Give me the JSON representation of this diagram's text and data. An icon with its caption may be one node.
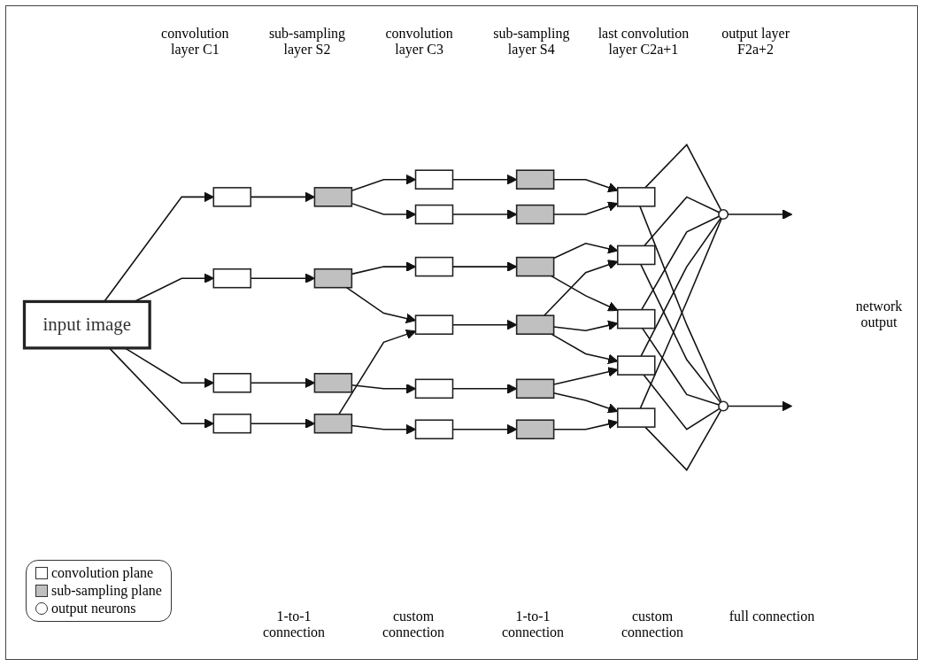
{
  "diagram": {
    "nodes": [
      {
        "text": [
          "input image"
        ]
      },
      {
        "text": [],
        "shape": "box"
      },
      {
        "text": [],
        "shape": "box"
      },
      {
        "text": [],
        "shape": "box"
      },
      {
        "text": [],
        "shape": "box"
      },
      {
        "text": [],
        "shape": "box"
      },
      {
        "text": [],
        "shape": "box"
      },
      {
        "text": [],
        "shape": "box"
      },
      {
        "text": [],
        "shape": "box"
      },
      {
        "text": [],
        "shape": "box"
      },
      {
        "text": [],
        "shape": "box"
      },
      {
        "text": [],
        "shape": "box"
      },
      {
        "text": [],
        "shape": "box"
      },
      {
        "text": [],
        "shape": "box"
      },
      {
        "text": [],
        "shape": "box"
      },
      {
        "text": [],
        "shape": "box"
      },
      {
        "text": [],
        "shape": "box"
      },
      {
        "text": [],
        "shape": "box"
      },
      {
        "text": [],
        "shape": "box"
      },
      {
        "text": [],
        "shape": "box"
      },
      {
        "text": [],
        "shape": "box"
      },
      {
        "text": [],
        "shape": "box"
      },
      {
        "text": [],
        "shape": "box"
      },
      {
        "text": [],
        "shape": "box"
      },
      {
        "text": [],
        "shape": "box"
      },
      {
        "text": [],
        "shape": "box"
      },
      {
        "text": [],
        "shape": "circle"
      },
      {
        "text": [],
        "shape": "circle"
      }
    ],
    "edges": [
      {
        "from": 0,
        "to": 1,
        "arrow": "to"
      },
      {
        "from": 0,
        "to": 2,
        "arrow": "to"
      },
      {
        "from": 0,
        "to": 3,
        "arrow": "to"
      },
      {
        "from": 0,
        "to": 4,
        "arrow": "to"
      },
      {
        "from": 1,
        "to": 5,
        "arrow": "to"
      },
      {
        "from": 2,
        "to": 6,
        "arrow": "to"
      },
      {
        "from": 3,
        "to": 7,
        "arrow": "to"
      },
      {
        "from": 4,
        "to": 8,
        "arrow": "to"
      },
      {
        "from": 5,
        "to": 9,
        "arrow": "to"
      },
      {
        "from": 5,
        "to": 10,
        "arrow": "to"
      },
      {
        "from": 6,
        "to": 11,
        "arrow": "to"
      },
      {
        "from": 6,
        "to": 12,
        "arrow": "to"
      },
      {
        "from": 7,
        "to": 13,
        "arrow": "to"
      },
      {
        "from": 8,
        "to": 12,
        "arrow": "to"
      },
      {
        "from": 8,
        "to": 14,
        "arrow": "to"
      },
      {
        "from": 9,
        "to": 15,
        "arrow": "to"
      },
      {
        "from": 10,
        "to": 16,
        "arrow": "to"
      },
      {
        "from": 11,
        "to": 17,
        "arrow": "to"
      },
      {
        "from": 12,
        "to": 18,
        "arrow": "to"
      },
      {
        "from": 13,
        "to": 19,
        "arrow": "to"
      },
      {
        "from": 14,
        "to": 20,
        "arrow": "to"
      },
      {
        "from": 15,
        "to": 21,
        "arrow": "to"
      },
      {
        "from": 16,
        "to": 21,
        "arrow": "to"
      },
      {
        "from": 17,
        "to": 22,
        "arrow": "to"
      },
      {
        "from": 17,
        "to": 23,
        "arrow": "to"
      },
      {
        "from": 18,
        "to": 22,
        "arrow": "to"
      },
      {
        "from": 18,
        "to": 23,
        "arrow": "to"
      },
      {
        "from": 18,
        "to": 24,
        "arrow": "to"
      },
      {
        "from": 19,
        "to": 24,
        "arrow": "to"
      },
      {
        "from": 19,
        "to": 25,
        "arrow": "to"
      },
      {
        "from": 20,
        "to": 25,
        "arrow": "to"
      },
      {
        "from": 21,
        "to": 26,
        "arrow": "none"
      },
      {
        "from": 21,
        "to": 27,
        "arrow": "none"
      },
      {
        "from": 22,
        "to": 26,
        "arrow": "none"
      },
      {
        "from": 22,
        "to": 27,
        "arrow": "none"
      },
      {
        "from": 23,
        "to": 26,
        "arrow": "none"
      },
      {
        "from": 23,
        "to": 27,
        "arrow": "none"
      },
      {
        "from": 24,
        "to": 26,
        "arrow": "none"
      },
      {
        "from": 24,
        "to": 27,
        "arrow": "none"
      },
      {
        "from": 25,
        "to": 26,
        "arrow": "none"
      },
      {
        "from": 25,
        "to": 27,
        "arrow": "none"
      },
      {
        "from": 26,
        "to": null,
        "arrow": "to"
      },
      {
        "from": 27,
        "to": null,
        "arrow": "to"
      }
    ],
    "labels": [
      "convolution layer C1",
      "sub-sampling layer S2",
      "convolution layer C3",
      "sub-sampling layer S4",
      "last convolution layer C2a+1",
      "output layer F2a+2",
      "network output",
      "1-to-1 connection",
      "custom connection",
      "1-to-1 connection",
      "custom connection",
      "full connection"
    ],
    "legend": [
      {
        "text": "convolution plane",
        "color": "#ffffff"
      },
      {
        "text": "sub-sampling plane",
        "color": "#c0c0c0"
      },
      {
        "text": "output neurons"
      }
    ]
  }
}
